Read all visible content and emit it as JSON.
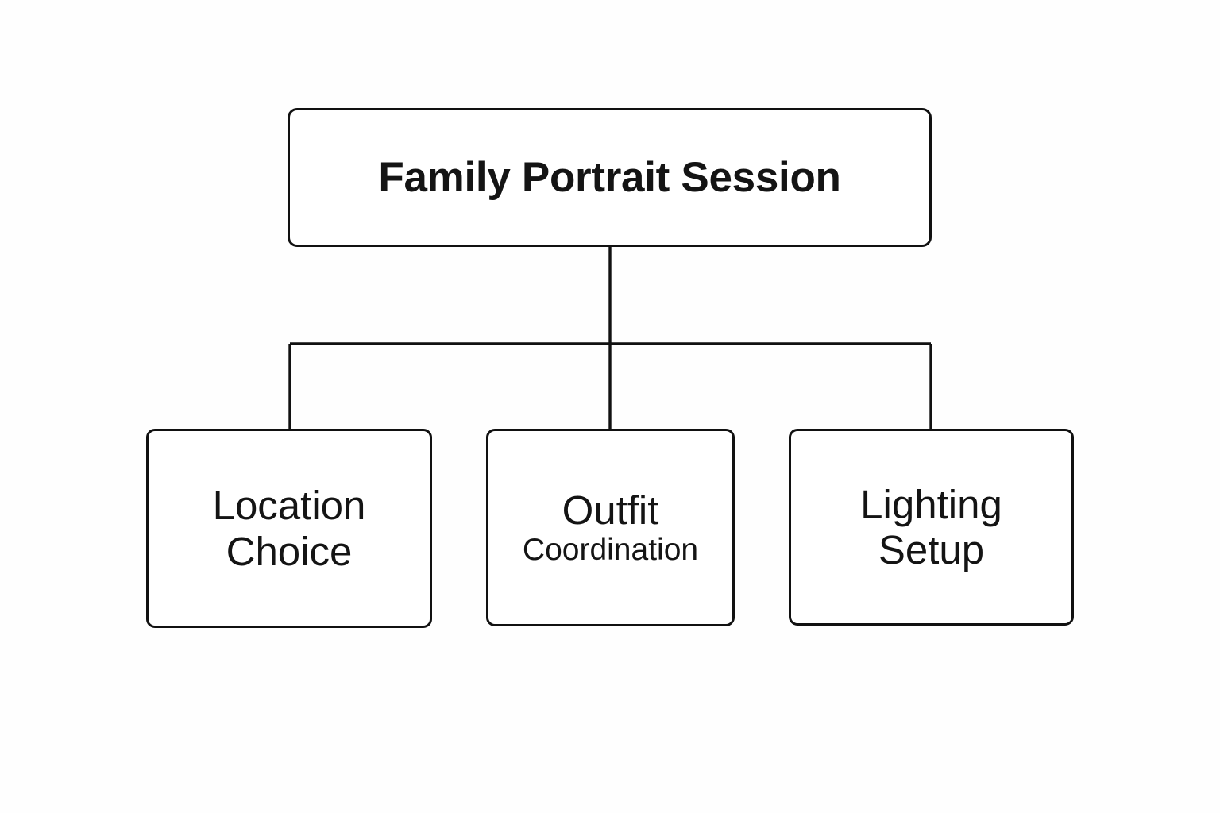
{
  "diagram": {
    "type": "org-chart",
    "title": "Family Portrait Session",
    "background_color": "#fefefe",
    "line_color": "#111111",
    "text_color": "#141414",
    "root": {
      "id": "root",
      "label": "Family Portrait Session",
      "line_1": "Family Portrait Session",
      "line_2": ""
    },
    "children": [
      {
        "id": "location-choice",
        "label": "Location Choice",
        "line_1": "Location",
        "line_2": "Choice"
      },
      {
        "id": "outfit-coordination",
        "label": "Outfit Coordination",
        "line_1": "Outfit",
        "line_2": "Coordination"
      },
      {
        "id": "lighting-setup",
        "label": "Lighting Setup",
        "line_1": "Lighting",
        "line_2": "Setup"
      }
    ],
    "edges": [
      {
        "from": "root",
        "to": "location-choice"
      },
      {
        "from": "root",
        "to": "outfit-coordination"
      },
      {
        "from": "root",
        "to": "lighting-setup"
      }
    ]
  }
}
